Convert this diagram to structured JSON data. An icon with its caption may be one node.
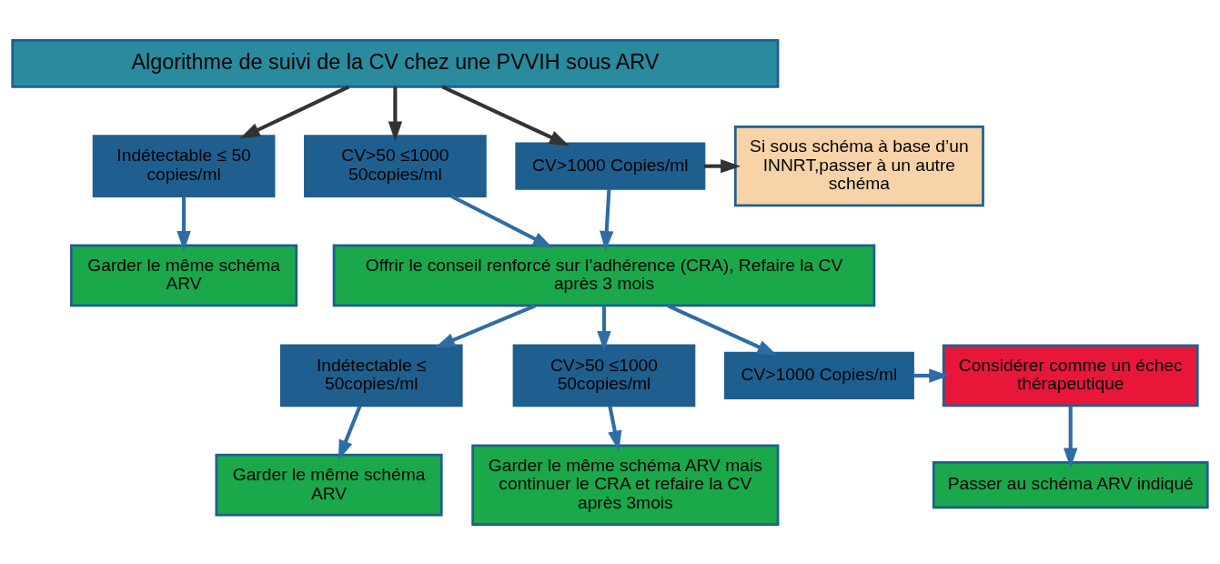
{
  "diagram": {
    "nodes": [
      {
        "text": [
          "Algorithme de suivi de la CV chez une PVVIH sous ARV"
        ]
      },
      {
        "text": [
          "Indétectable ≤ 50 copies/ml"
        ]
      },
      {
        "text": [
          "CV>50 ≤1000 50copies/ml"
        ]
      },
      {
        "text": [
          "CV>1000 Copies/ml"
        ]
      },
      {
        "text": [
          "Si sous schéma à base d’un INNRT,passer à un autre schéma"
        ]
      },
      {
        "text": [
          "Garder le même schéma ARV"
        ]
      },
      {
        "text": [
          "Offrir le conseil renforcé sur l’adhérence (CRA), Refaire la CV après 3 mois"
        ]
      },
      {
        "text": [
          "Indétectable ≤ 50copies/ml"
        ]
      },
      {
        "text": [
          "CV>50 ≤1000 50copies/ml"
        ]
      },
      {
        "text": [
          "CV>1000 Copies/ml"
        ]
      },
      {
        "text": [
          "Considérer comme un échec thérapeutique"
        ]
      },
      {
        "text": [
          "Garder le même schéma ARV"
        ]
      },
      {
        "text": [
          "Garder le même schéma ARV mais continuer le CRA et refaire la CV après 3mois"
        ]
      },
      {
        "text": [
          "Passer au schéma ARV indiqué"
        ]
      }
    ],
    "edges": [
      {
        "from": 0,
        "to": 1,
        "arrow": "to",
        "color": "#333333"
      },
      {
        "from": 0,
        "to": 2,
        "arrow": "to",
        "color": "#333333"
      },
      {
        "from": 0,
        "to": 3,
        "arrow": "to",
        "color": "#333333"
      },
      {
        "from": 3,
        "to": 4,
        "arrow": "to",
        "color": "#333333"
      },
      {
        "from": 1,
        "to": 5,
        "arrow": "to"
      },
      {
        "from": 2,
        "to": 6,
        "arrow": "to"
      },
      {
        "from": 3,
        "to": 6,
        "arrow": "to"
      },
      {
        "from": 6,
        "to": 7,
        "arrow": "to"
      },
      {
        "from": 6,
        "to": 8,
        "arrow": "to"
      },
      {
        "from": 6,
        "to": 9,
        "arrow": "to"
      },
      {
        "from": 9,
        "to": 10,
        "arrow": "to"
      },
      {
        "from": 7,
        "to": 11,
        "arrow": "to"
      },
      {
        "from": 8,
        "to": 12,
        "arrow": "to"
      },
      {
        "from": 10,
        "to": 13,
        "arrow": "to"
      }
    ]
  }
}
